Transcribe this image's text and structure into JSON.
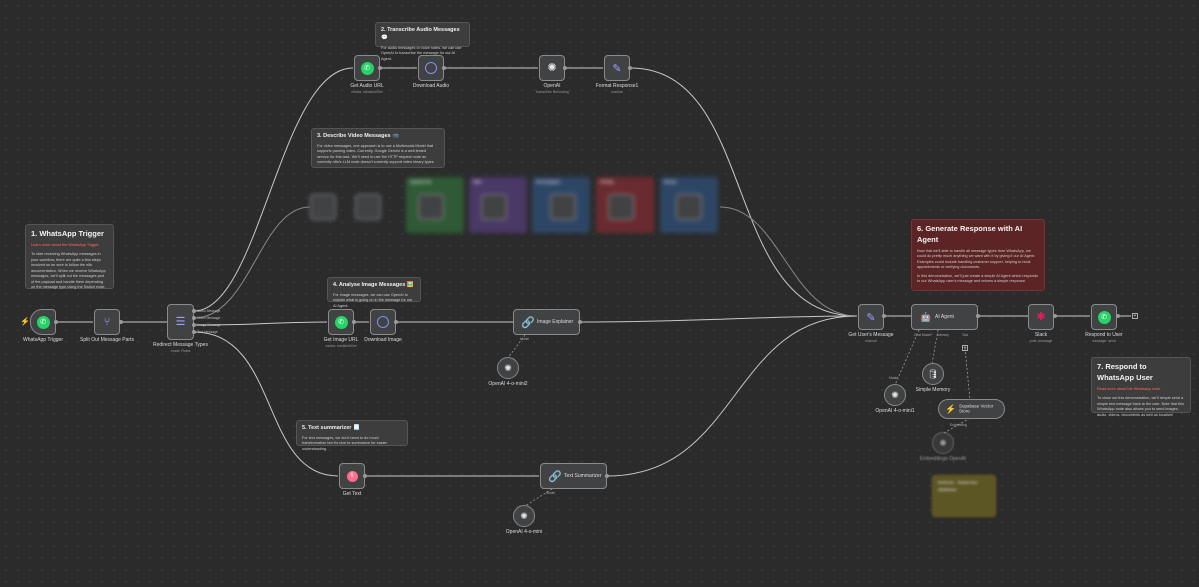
{
  "nodes": {
    "trigger": {
      "label": "WhatsApp Trigger"
    },
    "split": {
      "label": "Split Out Message Parts"
    },
    "redirect": {
      "label": "Redirect Message Types",
      "sub": "mode: Rules",
      "outputs": [
        "Audio Message",
        "Video Message",
        "Image Message",
        "Text Message"
      ]
    },
    "get_audio": {
      "label": "Get Audio URL",
      "sub": "media: mediaUrlGet"
    },
    "download_audio": {
      "label": "Download Audio"
    },
    "openai_audio": {
      "label": "OpenAI",
      "sub": "Transcribe Recording"
    },
    "format_response": {
      "label": "Format Response1",
      "sub": "manual"
    },
    "get_image": {
      "label": "Get Image URL",
      "sub": "media: mediaUrlGet"
    },
    "download_image": {
      "label": "Download Image"
    },
    "image_explainer": {
      "label": "Image Explainer"
    },
    "openai_image": {
      "label": "OpenAI 4-o-mini2"
    },
    "get_text": {
      "label": "Get Text"
    },
    "text_summarizer": {
      "label": "Text Summarizer"
    },
    "openai_text": {
      "label": "OpenAI 4-o-mini"
    },
    "get_user_msg": {
      "label": "Get User's Message",
      "sub": "manual"
    },
    "ai_agent": {
      "label": "AI Agent",
      "ports": [
        "Chat Model*",
        "Memory",
        "Tool"
      ]
    },
    "openai_agent": {
      "label": "OpenAI 4-o-mini1"
    },
    "memory": {
      "label": "Simple Memory"
    },
    "supabase": {
      "label": "Supabase Vector Store"
    },
    "embeddings": {
      "label": "Embeddings OpenAI"
    },
    "slack": {
      "label": "Slack",
      "sub": "post: message"
    },
    "respond": {
      "label": "Respond to User",
      "sub": "message: send"
    },
    "model_port": "Model",
    "embed_port": "Embedding"
  },
  "notes": {
    "audio": {
      "title": "2. Transcribe Audio Messages 💬",
      "body": "For audio messages or voice notes, we can use OpenAI to transcribe the message for our AI Agent."
    },
    "video": {
      "title": "3. Describe Video Messages 📹",
      "body": "For video messages, one approach is to use a Multimodal Model that supports parsing video. Currently, Google Gemini is a well-tested service for this task. We'll need to use the HTTP request node as currently n8n's LLM node doesn't currently support video binary types."
    },
    "trigger": {
      "title": "1. WhatsApp Trigger",
      "link": "Learn more about the WhatsApp Trigger",
      "body": "To start receiving WhatsApp messages in your workflow, there are quite a few steps involved so be sure to follow the n8n documentation. When we receive WhatsApp messages, we'll split out the messages part of the payload and handle them depending on the message type using the Switch node."
    },
    "image": {
      "title": "4. Analyse Image Messages 🖼️",
      "body": "For image messages, we can use OpenAI to explain what is going on in the message for our AI Agent."
    },
    "text": {
      "title": "5. Text summarizer 📃",
      "body": "For text messages, we don't need to do much transformation but it's nice to summarize for easier understanding."
    },
    "agent": {
      "title": "6. Generate Response with AI Agent",
      "body1": "Now that we'll able to handle all message types from WhatsApp, we could do pretty much anything we want with it by giving it our AI Agent. Examples could include handling customer support, helping to book appointments or verifying documents.",
      "body2": "In this demonstration, we'll just create a simple AI Agent which responds to our WhatsApp user's message and returns a simple response."
    },
    "respond": {
      "title": "7. Respond to WhatsApp User",
      "link": "Read more about the Whatsapp node",
      "body": "To close out this demonstration, we'll simple send a simple text message back to the user. Note that this WhatsApp node also allows you to send images, audio, videos, documents as well as location!"
    },
    "yellow": {
      "body": "Refresh - Rebel Bot database"
    }
  },
  "video_groups": [
    "Upload File",
    "Wait",
    "Get Analysis",
    "Polling",
    "Result"
  ],
  "colors": {
    "accent": "#ff6d5a",
    "whatsapp": "#25d366",
    "agent_note": "#5c2424"
  }
}
